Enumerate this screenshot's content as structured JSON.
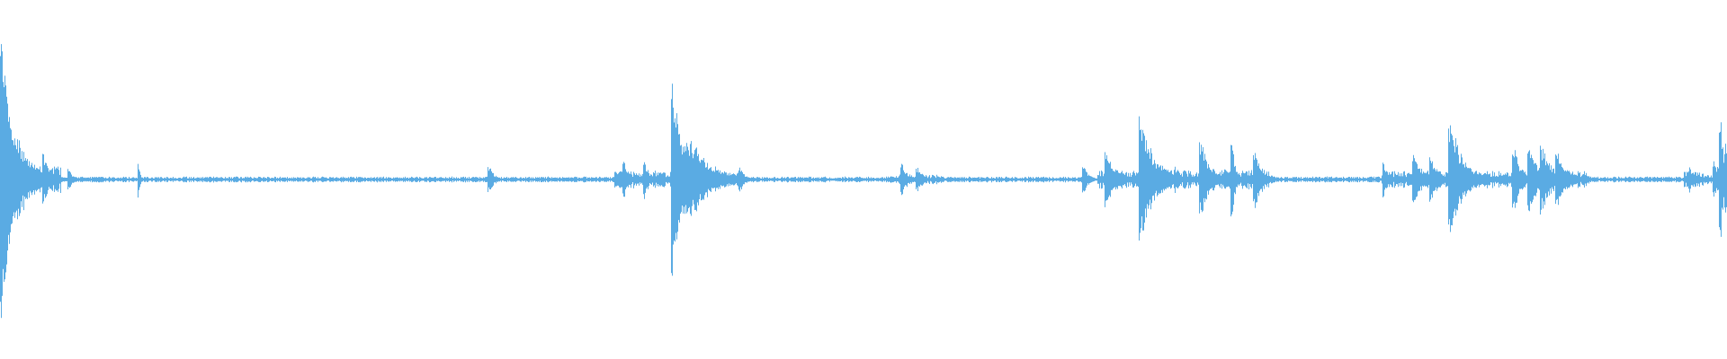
{
  "waveform": {
    "color": "#5aabe3",
    "background": "#ffffff",
    "amplitude_scale": 1.0,
    "baseline_amplitude": 0.012,
    "noise_segments": [
      {
        "start": 0.0,
        "end": 0.035,
        "level": 0.07
      },
      {
        "start": 0.355,
        "end": 0.43,
        "level": 0.045
      },
      {
        "start": 0.515,
        "end": 0.545,
        "level": 0.025
      },
      {
        "start": 0.635,
        "end": 0.735,
        "level": 0.05
      },
      {
        "start": 0.8,
        "end": 0.92,
        "level": 0.045
      },
      {
        "start": 0.975,
        "end": 1.0,
        "level": 0.04
      }
    ],
    "peaks": [
      {
        "pos": 0.0005,
        "amp": 0.98,
        "decay": 0.006
      },
      {
        "pos": 0.0025,
        "amp": 0.55,
        "decay": 0.01
      },
      {
        "pos": 0.006,
        "amp": 0.3,
        "decay": 0.008
      },
      {
        "pos": 0.025,
        "amp": 0.18,
        "decay": 0.004
      },
      {
        "pos": 0.0395,
        "amp": 0.07,
        "decay": 0.003
      },
      {
        "pos": 0.08,
        "amp": 0.13,
        "decay": 0.001
      },
      {
        "pos": 0.283,
        "amp": 0.09,
        "decay": 0.003
      },
      {
        "pos": 0.361,
        "amp": 0.13,
        "decay": 0.003
      },
      {
        "pos": 0.373,
        "amp": 0.12,
        "decay": 0.003
      },
      {
        "pos": 0.389,
        "amp": 0.74,
        "decay": 0.004
      },
      {
        "pos": 0.392,
        "amp": 0.4,
        "decay": 0.01
      },
      {
        "pos": 0.4,
        "amp": 0.26,
        "decay": 0.012
      },
      {
        "pos": 0.428,
        "amp": 0.09,
        "decay": 0.003
      },
      {
        "pos": 0.522,
        "amp": 0.1,
        "decay": 0.004
      },
      {
        "pos": 0.531,
        "amp": 0.08,
        "decay": 0.004
      },
      {
        "pos": 0.627,
        "amp": 0.1,
        "decay": 0.003
      },
      {
        "pos": 0.64,
        "amp": 0.2,
        "decay": 0.006
      },
      {
        "pos": 0.66,
        "amp": 0.42,
        "decay": 0.008
      },
      {
        "pos": 0.68,
        "amp": 0.1,
        "decay": 0.004
      },
      {
        "pos": 0.695,
        "amp": 0.25,
        "decay": 0.006
      },
      {
        "pos": 0.713,
        "amp": 0.26,
        "decay": 0.002
      },
      {
        "pos": 0.726,
        "amp": 0.2,
        "decay": 0.005
      },
      {
        "pos": 0.801,
        "amp": 0.11,
        "decay": 0.003
      },
      {
        "pos": 0.818,
        "amp": 0.18,
        "decay": 0.005
      },
      {
        "pos": 0.828,
        "amp": 0.16,
        "decay": 0.005
      },
      {
        "pos": 0.839,
        "amp": 0.4,
        "decay": 0.008
      },
      {
        "pos": 0.876,
        "amp": 0.26,
        "decay": 0.004
      },
      {
        "pos": 0.885,
        "amp": 0.22,
        "decay": 0.006
      },
      {
        "pos": 0.892,
        "amp": 0.24,
        "decay": 0.006
      },
      {
        "pos": 0.901,
        "amp": 0.2,
        "decay": 0.006
      },
      {
        "pos": 0.978,
        "amp": 0.09,
        "decay": 0.003
      },
      {
        "pos": 0.992,
        "amp": 0.14,
        "decay": 0.004
      },
      {
        "pos": 0.996,
        "amp": 0.45,
        "decay": 0.002
      },
      {
        "pos": 0.999,
        "amp": 0.3,
        "decay": 0.002
      }
    ]
  }
}
